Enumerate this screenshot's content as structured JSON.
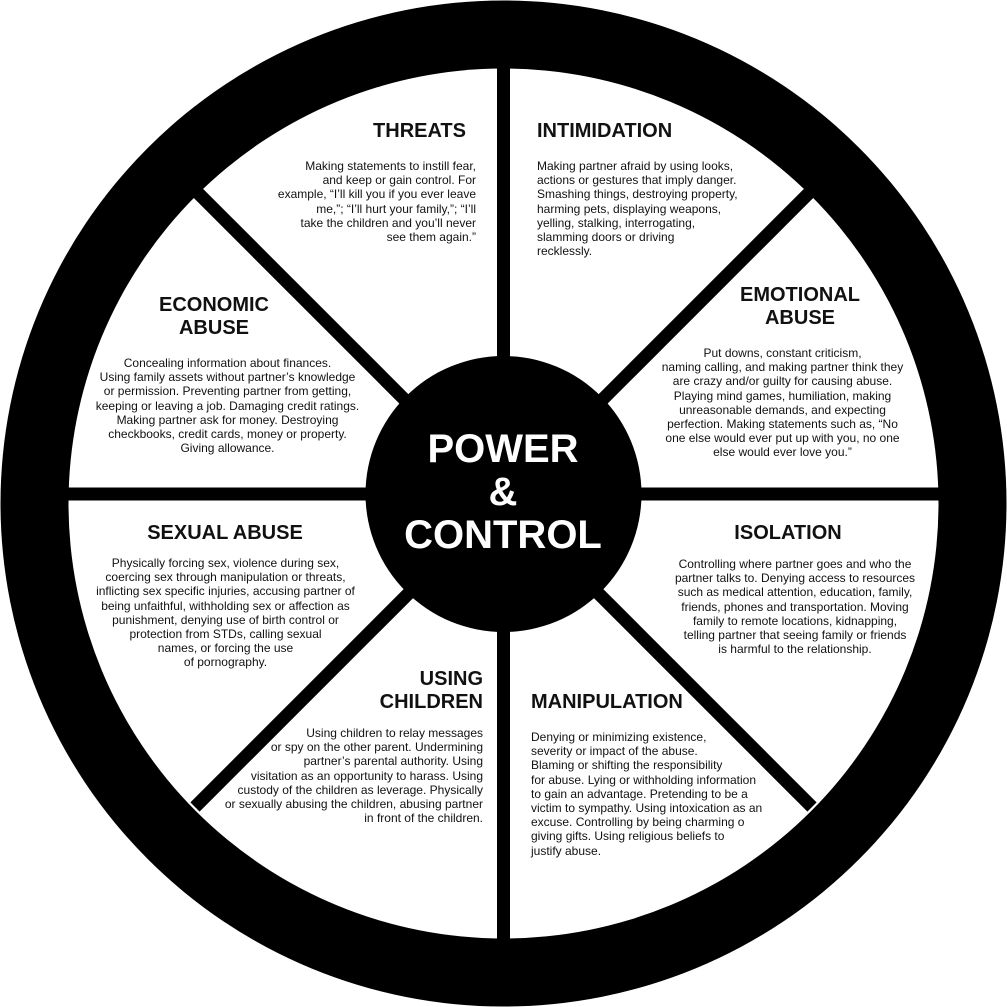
{
  "colors": {
    "ring": "#000000",
    "segment_fill": "#ffffff",
    "text": "#111111",
    "center_text": "#ffffff"
  },
  "center": {
    "label": "POWER\n&\nCONTROL"
  },
  "sections": {
    "threats": {
      "title": "THREATS",
      "text": "Making statements to instill fear,\nand keep or gain control. For\nexample, “I’ll kill you if you ever leave\nme,”; “I’ll hurt your family,”; “I’ll\ntake the children and you’ll never\nsee them again.”"
    },
    "intimidation": {
      "title": "INTIMIDATION",
      "text": "Making partner afraid by using looks,\nactions or gestures that imply danger.\nSmashing things, destroying property,\nharming pets, displaying weapons,\nyelling, stalking, interrogating,\nslamming doors or driving\nrecklessly."
    },
    "emotional_abuse": {
      "title": "EMOTIONAL\nABUSE",
      "text": "Put downs, constant criticism,\nnaming calling, and making partner think they\nare crazy and/or guilty for causing abuse.\nPlaying mind games, humiliation, making\nunreasonable demands, and expecting\nperfection. Making statements such as, “No\none else would ever put up with you, no one\nelse would ever love you.”"
    },
    "isolation": {
      "title": "ISOLATION",
      "text": "Controlling where partner goes and who the\npartner talks to. Denying access to resources\nsuch as medical attention, education, family,\nfriends, phones and transportation. Moving\nfamily to remote locations, kidnapping,\ntelling partner that seeing family or friends\nis harmful to the relationship."
    },
    "manipulation": {
      "title": "MANIPULATION",
      "text": "Denying or minimizing existence,\nseverity or impact of the abuse.\nBlaming or shifting the responsibility\nfor abuse. Lying or withholding information\nto gain an advantage. Pretending to be a\nvictim to sympathy. Using intoxication as an\nexcuse. Controlling by being charming o\n giving gifts. Using religious beliefs to\njustify abuse."
    },
    "using_children": {
      "title": "USING\nCHILDREN",
      "text": "Using children to relay messages\nor spy on the other parent. Undermining\npartner’s parental authority. Using\nvisitation as an opportunity to harass. Using\ncustody of the children as leverage. Physically\nor sexually abusing the children, abusing partner\nin front of the children."
    },
    "sexual_abuse": {
      "title": "SEXUAL ABUSE",
      "text": "Physically forcing sex, violence during sex,\ncoercing sex through manipulation or threats,\ninflicting sex specific injuries, accusing partner of\nbeing unfaithful, withholding sex or affection as\npunishment, denying use of birth control or\nprotection from STDs, calling sexual\nnames, or forcing the use\nof pornography."
    },
    "economic_abuse": {
      "title": "ECONOMIC\nABUSE",
      "text": "Concealing information about finances.\nUsing family assets without partner’s knowledge\nor permission. Preventing partner from getting,\nkeeping or leaving a job. Damaging credit ratings.\nMaking partner ask for money. Destroying\ncheckbooks, credit cards, money or property.\nGiving allowance."
    }
  }
}
